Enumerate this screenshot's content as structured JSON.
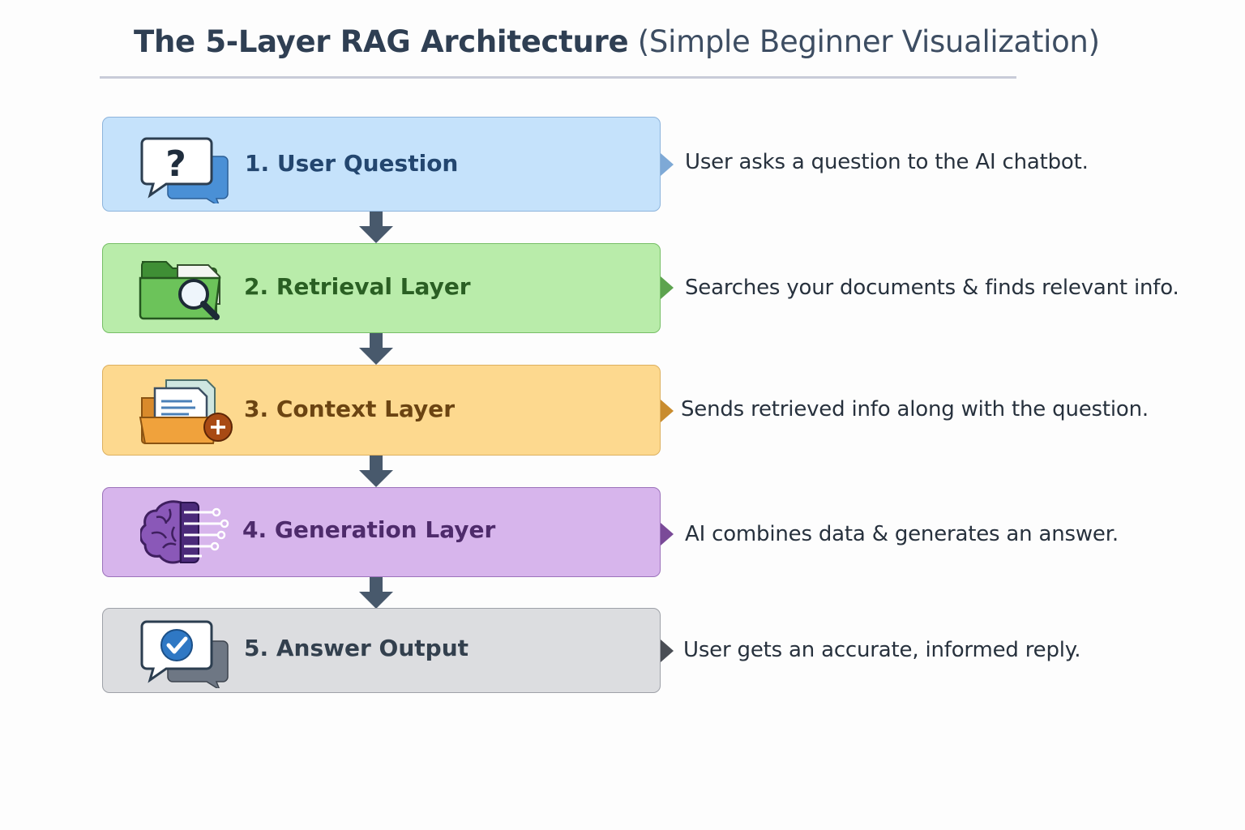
{
  "title": {
    "main": "The 5-Layer RAG Architecture",
    "sub": "(Simple Beginner Visualization)"
  },
  "layers": [
    {
      "label": "1. User Question",
      "description": "User asks a question to the AI chatbot.",
      "icon": "question-bubble-icon",
      "fill": "#c5e2fb",
      "border": "#8db4dc",
      "text_color": "#23466f",
      "pointer_color": "#7ea9d6"
    },
    {
      "label": "2. Retrieval Layer",
      "description": "Searches your documents & finds relevant info.",
      "icon": "folder-search-icon",
      "fill": "#b9ecaa",
      "border": "#77bf67",
      "text_color": "#2a5f23",
      "pointer_color": "#5da34f"
    },
    {
      "label": "3. Context Layer",
      "description": "Sends retrieved info along with the question.",
      "icon": "documents-add-icon",
      "fill": "#fdd98f",
      "border": "#ddb05f",
      "text_color": "#6b4412",
      "pointer_color": "#c98c2e"
    },
    {
      "label": "4. Generation Layer",
      "description": "AI combines data & generates an answer.",
      "icon": "ai-brain-icon",
      "fill": "#d7b5ec",
      "border": "#9c73bb",
      "text_color": "#4e2b6b",
      "pointer_color": "#7a4a98"
    },
    {
      "label": "5. Answer Output",
      "description": "User gets an accurate, informed reply.",
      "icon": "checkmark-bubble-icon",
      "fill": "#dcdde0",
      "border": "#9ea1a8",
      "text_color": "#33404e",
      "pointer_color": "#4a4e55"
    }
  ],
  "connector_color": "#48596c"
}
